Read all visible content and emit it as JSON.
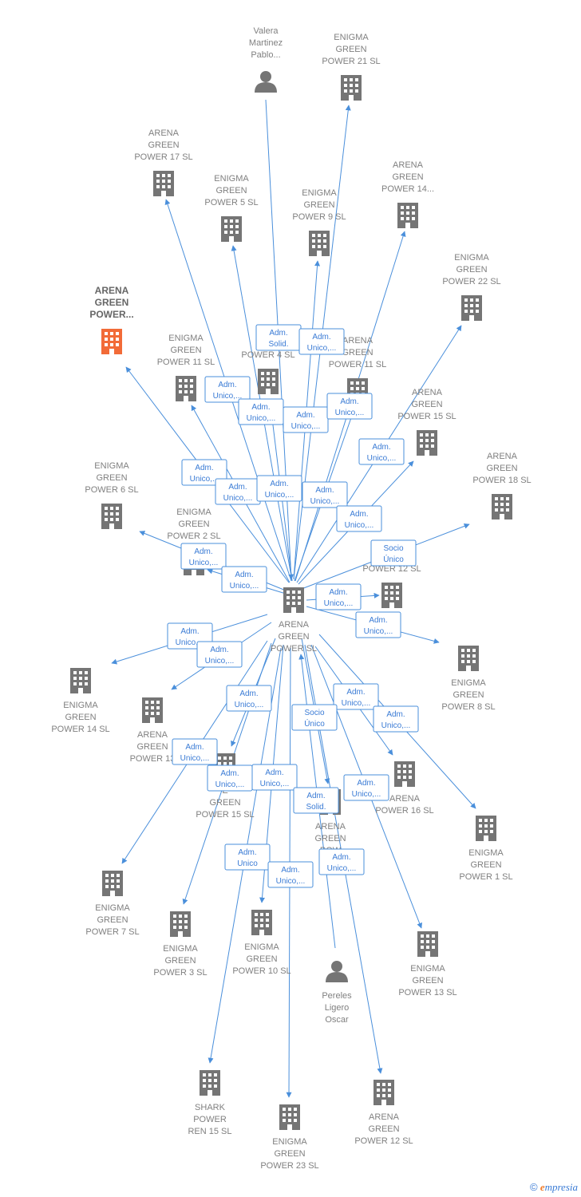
{
  "colors": {
    "edge": "#4a8fdb",
    "edge_text": "#3a7bd5",
    "node": "#757575",
    "focus": "#f26b38"
  },
  "nodes": [
    {
      "id": "center",
      "lines": [
        "ARENA",
        "GREEN",
        "POWER  SL"
      ],
      "icon": "building-icon"
    },
    {
      "id": "valera",
      "lines": [
        "Valera",
        "Martinez",
        "Pablo..."
      ],
      "icon": "person-icon"
    },
    {
      "id": "eg21",
      "lines": [
        "ENIGMA",
        "GREEN",
        "POWER 21  SL"
      ],
      "icon": "building-icon"
    },
    {
      "id": "ag17",
      "lines": [
        "ARENA",
        "GREEN",
        "POWER 17  SL"
      ],
      "icon": "building-icon"
    },
    {
      "id": "eg5",
      "lines": [
        "ENIGMA",
        "GREEN",
        "POWER 5  SL"
      ],
      "icon": "building-icon"
    },
    {
      "id": "eg9",
      "lines": [
        "ENIGMA",
        "GREEN",
        "POWER 9  SL"
      ],
      "icon": "building-icon"
    },
    {
      "id": "ag14",
      "lines": [
        "ARENA",
        "GREEN",
        "POWER 14..."
      ],
      "icon": "building-icon"
    },
    {
      "id": "eg22",
      "lines": [
        "ENIGMA",
        "GREEN",
        "POWER 22  SL"
      ],
      "icon": "building-icon"
    },
    {
      "id": "agfocus",
      "lines": [
        "ARENA",
        "GREEN",
        "POWER..."
      ],
      "icon": "building-icon",
      "focus": true
    },
    {
      "id": "eg11",
      "lines": [
        "ENIGMA",
        "GREEN",
        "POWER 11  SL"
      ],
      "icon": "building-icon"
    },
    {
      "id": "eg4",
      "lines": [
        "EN",
        "GR",
        "POWER 4  SL"
      ],
      "icon": "building-icon"
    },
    {
      "id": "ag11",
      "lines": [
        "ARENA",
        "GREEN",
        "POWER 11  SL"
      ],
      "icon": "building-icon"
    },
    {
      "id": "ag15",
      "lines": [
        "ARENA",
        "GREEN",
        "POWER 15  SL"
      ],
      "icon": "building-icon"
    },
    {
      "id": "ag18",
      "lines": [
        "ARENA",
        "GREEN",
        "POWER 18  SL"
      ],
      "icon": "building-icon"
    },
    {
      "id": "eg6",
      "lines": [
        "ENIGMA",
        "GREEN",
        "POWER 6  SL"
      ],
      "icon": "building-icon"
    },
    {
      "id": "eg2",
      "lines": [
        "ENIGMA",
        "GREEN",
        "POWER 2  SL"
      ],
      "icon": "building-icon"
    },
    {
      "id": "eg12",
      "lines": [
        "E",
        "POWER 12  SL"
      ],
      "icon": "building-icon"
    },
    {
      "id": "eg8",
      "lines": [
        "ENIGMA",
        "GREEN",
        "POWER 8  SL"
      ],
      "icon": "building-icon"
    },
    {
      "id": "eg14",
      "lines": [
        "ENIGMA",
        "GREEN",
        "POWER 14  SL"
      ],
      "icon": "building-icon"
    },
    {
      "id": "ag13",
      "lines": [
        "ARENA",
        "GREEN",
        "POWER 13"
      ],
      "icon": "building-icon"
    },
    {
      "id": "eg15",
      "lines": [
        "E",
        "GREEN",
        "POWER 15  SL"
      ],
      "icon": "building-icon"
    },
    {
      "id": "ag16",
      "lines": [
        "ARENA",
        "POWER 16  SL"
      ],
      "icon": "building-icon"
    },
    {
      "id": "arena_pow",
      "lines": [
        "ARENA",
        "GREEN",
        "POW"
      ],
      "icon": "building-icon"
    },
    {
      "id": "eg1",
      "lines": [
        "ENIGMA",
        "GREEN",
        "POWER 1  SL"
      ],
      "icon": "building-icon"
    },
    {
      "id": "eg7",
      "lines": [
        "ENIGMA",
        "GREEN",
        "POWER 7  SL"
      ],
      "icon": "building-icon"
    },
    {
      "id": "eg3",
      "lines": [
        "ENIGMA",
        "GREEN",
        "POWER 3  SL"
      ],
      "icon": "building-icon"
    },
    {
      "id": "eg10",
      "lines": [
        "ENIGMA",
        "GREEN",
        "POWER 10  SL"
      ],
      "icon": "building-icon"
    },
    {
      "id": "eg13",
      "lines": [
        "ENIGMA",
        "GREEN",
        "POWER 13  SL"
      ],
      "icon": "building-icon"
    },
    {
      "id": "pereles",
      "lines": [
        "Pereles",
        "Ligero",
        "Oscar"
      ],
      "icon": "person-icon"
    },
    {
      "id": "shark15",
      "lines": [
        "SHARK",
        "POWER",
        "REN 15  SL"
      ],
      "icon": "building-icon"
    },
    {
      "id": "eg23",
      "lines": [
        "ENIGMA",
        "GREEN",
        "POWER 23  SL"
      ],
      "icon": "building-icon"
    },
    {
      "id": "ag12",
      "lines": [
        "ARENA",
        "GREEN",
        "POWER 12  SL"
      ],
      "icon": "building-icon"
    }
  ],
  "edges": [
    {
      "from": "valera",
      "to": "center",
      "lines": [
        "Adm.",
        "Solid."
      ]
    },
    {
      "from": "center",
      "to": "eg21",
      "lines": [
        "Adm.",
        "Unico,..."
      ]
    },
    {
      "from": "center",
      "to": "ag17",
      "lines": [
        "Adm.",
        "Unico,..."
      ]
    },
    {
      "from": "center",
      "to": "eg5",
      "lines": [
        "Adm.",
        "Unico,..."
      ]
    },
    {
      "from": "center",
      "to": "eg9",
      "lines": [
        "Adm.",
        "Unico,..."
      ]
    },
    {
      "from": "center",
      "to": "ag14",
      "lines": [
        "Adm.",
        "Unico,..."
      ]
    },
    {
      "from": "center",
      "to": "eg22",
      "lines": [
        "Adm.",
        "Unico,..."
      ]
    },
    {
      "from": "center",
      "to": "agfocus",
      "lines": [
        "Adm.",
        "Unico,..."
      ]
    },
    {
      "from": "center",
      "to": "eg11",
      "lines": [
        "Adm.",
        "Unico,..."
      ]
    },
    {
      "from": "center",
      "to": "eg4",
      "lines": [
        "Adm.",
        "Unico,..."
      ]
    },
    {
      "from": "center",
      "to": "ag11",
      "lines": [
        "Adm.",
        "Unico,..."
      ]
    },
    {
      "from": "center",
      "to": "ag15",
      "lines": [
        "Adm.",
        "Unico,..."
      ]
    },
    {
      "from": "center",
      "to": "ag18",
      "lines": [
        "Socio",
        "Único"
      ]
    },
    {
      "from": "center",
      "to": "eg6",
      "lines": [
        "Adm.",
        "Unico,..."
      ]
    },
    {
      "from": "center",
      "to": "eg2",
      "lines": [
        "Adm.",
        "Unico,..."
      ]
    },
    {
      "from": "center",
      "to": "eg12",
      "lines": [
        "Adm.",
        "Unico,..."
      ]
    },
    {
      "from": "center",
      "to": "eg8",
      "lines": [
        "Adm.",
        "Unico,..."
      ]
    },
    {
      "from": "center",
      "to": "eg14",
      "lines": [
        "Adm.",
        "Unico,..."
      ]
    },
    {
      "from": "center",
      "to": "ag13",
      "lines": [
        "Adm.",
        "Unico,..."
      ]
    },
    {
      "from": "center",
      "to": "eg15",
      "lines": [
        "Adm.",
        "Unico,..."
      ]
    },
    {
      "from": "center",
      "to": "ag16",
      "lines": [
        "Adm.",
        "Unico,..."
      ]
    },
    {
      "from": "center",
      "to": "eg1",
      "lines": [
        "Adm.",
        "Unico,..."
      ]
    },
    {
      "from": "center",
      "to": "arena_pow",
      "lines": [
        "Socio",
        "Único"
      ]
    },
    {
      "from": "center",
      "to": "eg7",
      "lines": [
        "Adm.",
        "Unico,..."
      ]
    },
    {
      "from": "center",
      "to": "eg3",
      "lines": [
        "Adm.",
        "Unico,..."
      ]
    },
    {
      "from": "center",
      "to": "eg10",
      "lines": [
        "Adm.",
        "Unico,..."
      ]
    },
    {
      "from": "pereles",
      "to": "center",
      "lines": [
        "Adm.",
        "Solid."
      ]
    },
    {
      "from": "center",
      "to": "eg13",
      "lines": [
        "Adm.",
        "Unico,..."
      ]
    },
    {
      "from": "center",
      "to": "shark15",
      "lines": [
        "Adm.",
        "Unico"
      ]
    },
    {
      "from": "center",
      "to": "eg23",
      "lines": [
        "Adm.",
        "Unico,..."
      ]
    },
    {
      "from": "center",
      "to": "ag12",
      "lines": [
        "Adm.",
        "Unico,..."
      ]
    }
  ],
  "footer": {
    "copyright": "©",
    "brand_initial": "e",
    "brand_rest": "mpresia"
  }
}
